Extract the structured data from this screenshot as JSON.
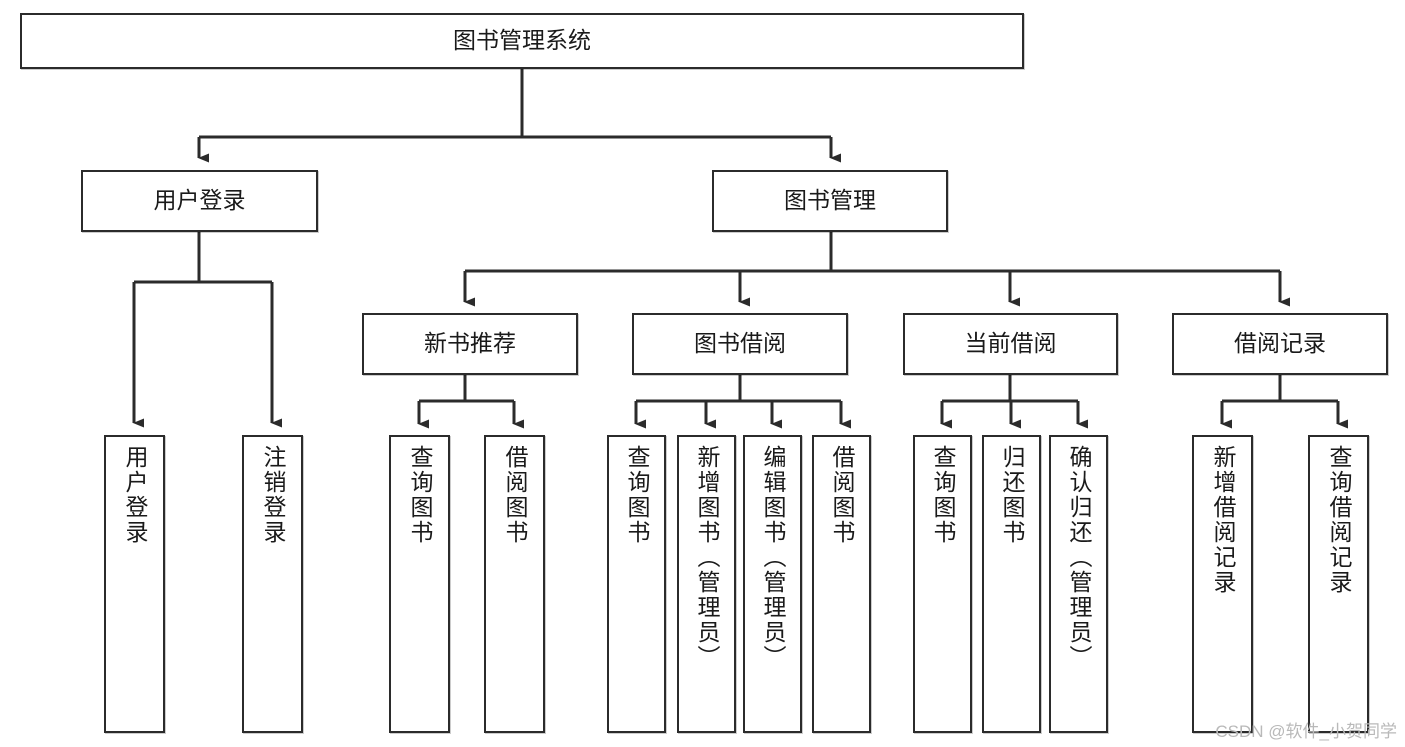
{
  "diagram": {
    "title": "图书管理系统",
    "watermark": "CSDN @软件_小贺同学",
    "type": "tree-hierarchy",
    "edge_color": "#2b2b2b",
    "box_border_color": "#2b2b2b",
    "background_color": "#ffffff",
    "nodes": {
      "root": {
        "label": "图书管理系统"
      },
      "level2": [
        {
          "id": "user-login",
          "label": "用户登录"
        },
        {
          "id": "book-manage",
          "label": "图书管理"
        }
      ],
      "level3": [
        {
          "id": "new-book-rec",
          "label": "新书推荐"
        },
        {
          "id": "book-borrow",
          "label": "图书借阅"
        },
        {
          "id": "current-borrow",
          "label": "当前借阅"
        },
        {
          "id": "borrow-record",
          "label": "借阅记录"
        }
      ],
      "leaves": [
        {
          "id": "leaf-user-login",
          "label": "用户登录",
          "parent": "user-login"
        },
        {
          "id": "leaf-user-logout",
          "label": "注销登录",
          "parent": "user-login"
        },
        {
          "id": "leaf-query-book-1",
          "label": "查询图书",
          "parent": "new-book-rec"
        },
        {
          "id": "leaf-borrow-book-1",
          "label": "借阅图书",
          "parent": "new-book-rec"
        },
        {
          "id": "leaf-query-book-2",
          "label": "查询图书",
          "parent": "book-borrow"
        },
        {
          "id": "leaf-add-book",
          "label": "新增图书（管理员）",
          "parent": "book-borrow"
        },
        {
          "id": "leaf-edit-book",
          "label": "编辑图书（管理员）",
          "parent": "book-borrow"
        },
        {
          "id": "leaf-borrow-book-2",
          "label": "借阅图书",
          "parent": "book-borrow"
        },
        {
          "id": "leaf-query-book-3",
          "label": "查询图书",
          "parent": "current-borrow"
        },
        {
          "id": "leaf-return-book",
          "label": "归还图书",
          "parent": "current-borrow"
        },
        {
          "id": "leaf-confirm-return",
          "label": "确认归还（管理员）",
          "parent": "current-borrow"
        },
        {
          "id": "leaf-add-record",
          "label": "新增借阅记录",
          "parent": "borrow-record"
        },
        {
          "id": "leaf-query-record",
          "label": "查询借阅记录",
          "parent": "borrow-record"
        }
      ]
    }
  }
}
